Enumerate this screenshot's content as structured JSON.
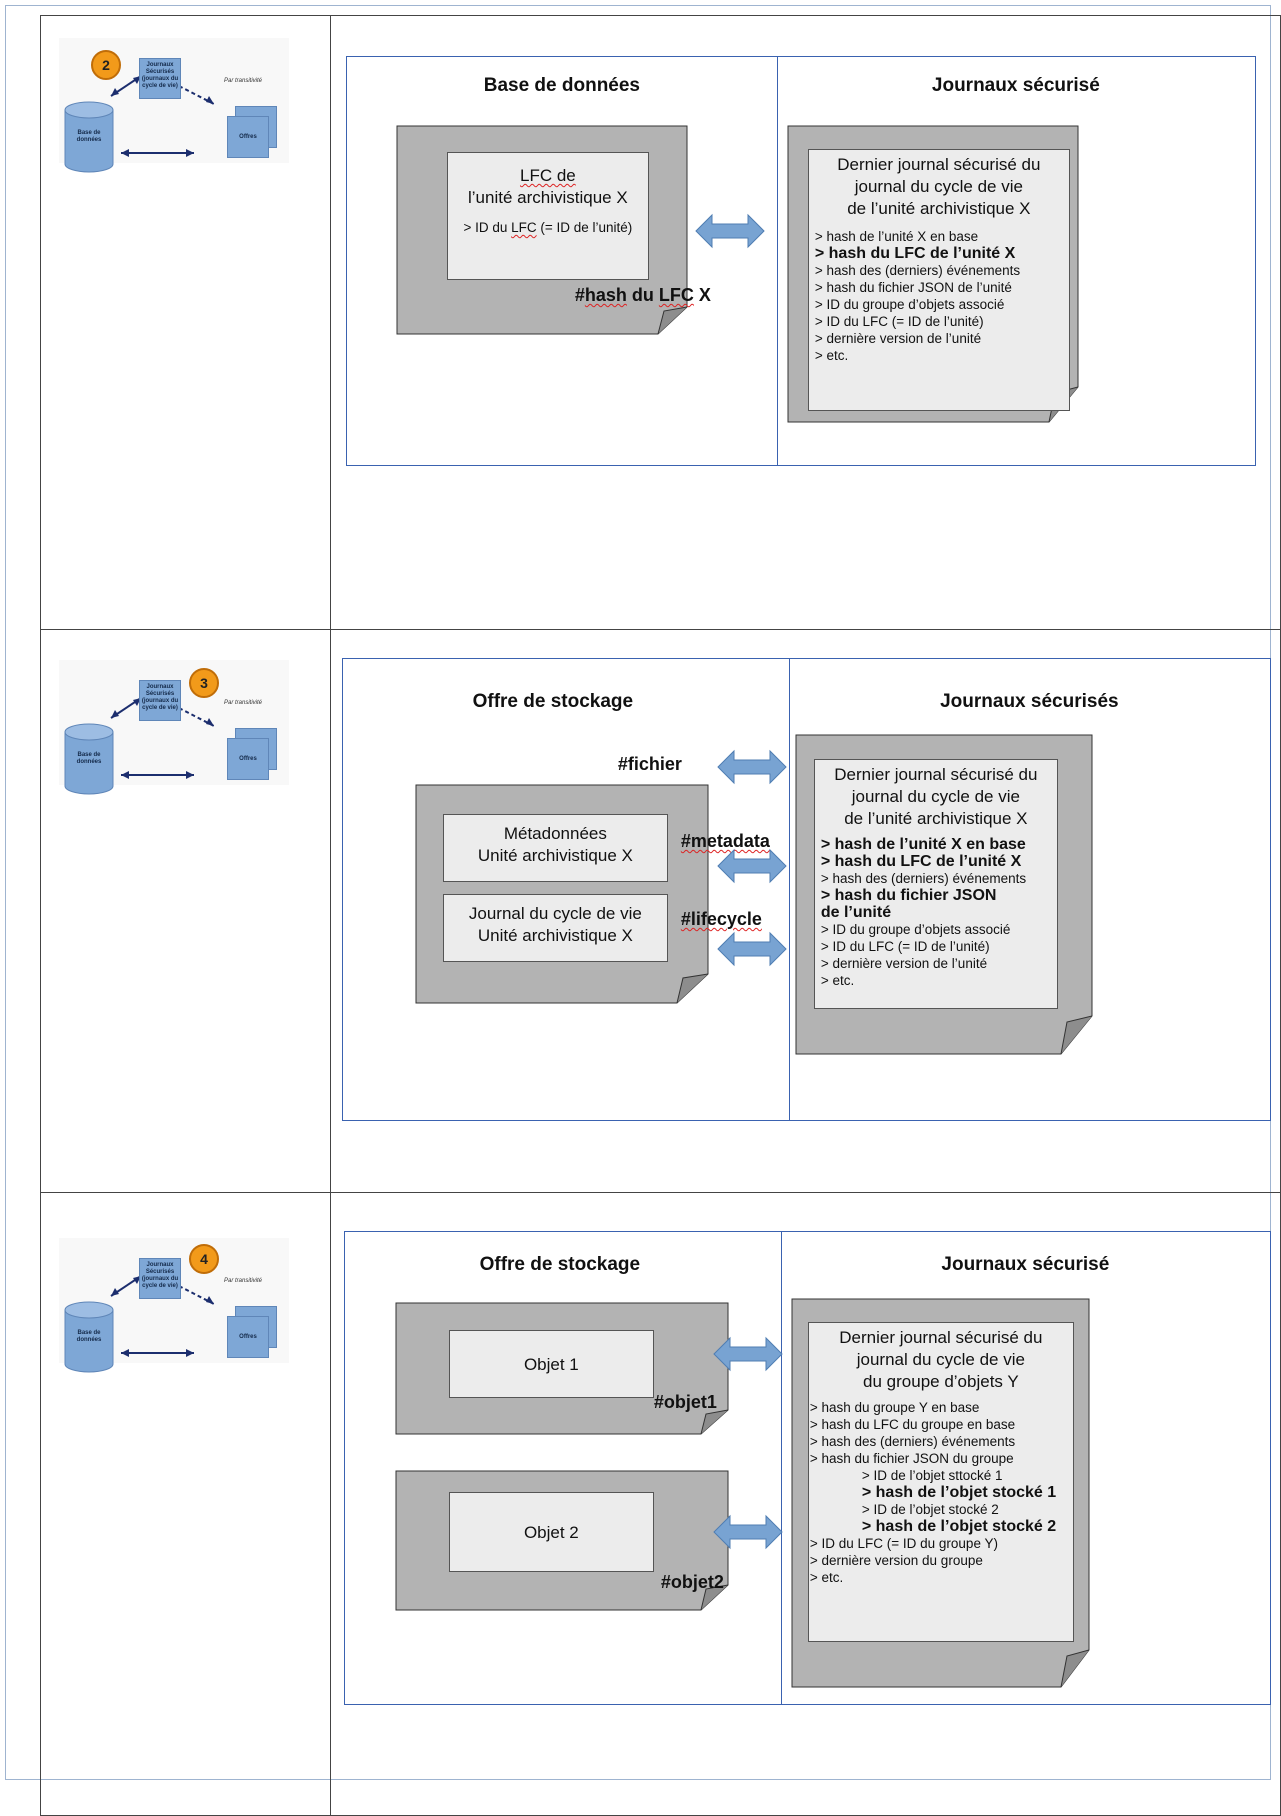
{
  "thumbnails": [
    {
      "number": "2",
      "journal_label": "Journaux Sécurisés (journaux du cycle de vie)",
      "transitivity_label": "Par transitivité",
      "db_label": "Base de données",
      "offers_label": "Offres"
    },
    {
      "number": "3",
      "journal_label": "Journaux Sécurisés (journaux du cycle de vie)",
      "transitivity_label": "Par transitivité",
      "db_label": "Base de données",
      "offers_label": "Offres"
    },
    {
      "number": "4",
      "journal_label": "Journaux Sécurisés (journaux du cycle de vie)",
      "transitivity_label": "Par transitivité",
      "db_label": "Base de données",
      "offers_label": "Offres"
    }
  ],
  "row1": {
    "left_title": "Base de données",
    "right_title": "Journaux sécurisé",
    "lfc_line1": "LFC de",
    "lfc_line2": "l’unité archivistique X",
    "lfc_id_prefix": "> ID du ",
    "lfc_id_lfc": "LFC",
    "lfc_id_suffix": " (= ID de l’unité)",
    "hash_prefix": "#",
    "hash_word": "hash",
    "hash_mid": " du ",
    "hash_lfc": "LFC",
    "hash_suffix": " X",
    "journal_heading": [
      "Dernier journal sécurisé du",
      "journal du cycle de vie",
      "de l’unité archivistique X"
    ],
    "journal_items": [
      "> hash de l’unité X en base",
      "> hash du LFC de l’unité X",
      "> hash des (derniers) événements",
      "> hash du fichier JSON de l’unité",
      "> ID du groupe d’objets associé",
      "> ID du LFC (= ID de l’unité)",
      "> dernière version de l’unité",
      "> etc."
    ]
  },
  "row2": {
    "left_title": "Offre de stockage",
    "right_title": "Journaux sécurisés",
    "hash_fichier": "#fichier",
    "hash_metadata": "#metadata",
    "hash_lifecycle": "#lifecycle",
    "box1_line1": "Métadonnées",
    "box1_line2": "Unité archivistique X",
    "box2_line1": "Journal du cycle de vie",
    "box2_line2": "Unité archivistique X",
    "journal_heading": [
      "Dernier journal sécurisé du",
      "journal du cycle de vie",
      "de l’unité archivistique X"
    ],
    "journal_items": [
      "> hash de l’unité X en base",
      "> hash du LFC de l’unité X",
      "> hash des (derniers) événements",
      "> hash du fichier JSON",
      "de l’unité",
      "> ID du groupe d’objets associé",
      "> ID du LFC (= ID de l’unité)",
      "> dernière version de l’unité",
      "> etc."
    ]
  },
  "row3": {
    "left_title": "Offre de stockage",
    "right_title": "Journaux sécurisé",
    "object1": "Objet 1",
    "object2": "Objet 2",
    "hash_objet1": "#objet1",
    "hash_objet2": "#objet2",
    "journal_heading": [
      "Dernier journal sécurisé du",
      "journal du cycle de vie",
      "du groupe d’objets Y"
    ],
    "journal_items": [
      "> hash du groupe Y en base",
      "> hash du LFC du groupe en base",
      "> hash des (derniers) événements",
      "> hash du fichier JSON du groupe",
      "> ID de l’objet sttocké 1",
      "> hash de l’objet stocké 1",
      "> ID de l’objet stocké 2",
      "> hash de l’objet stocké 2",
      "> ID du LFC (= ID du groupe Y)",
      "> dernière version du groupe",
      "> etc."
    ]
  }
}
